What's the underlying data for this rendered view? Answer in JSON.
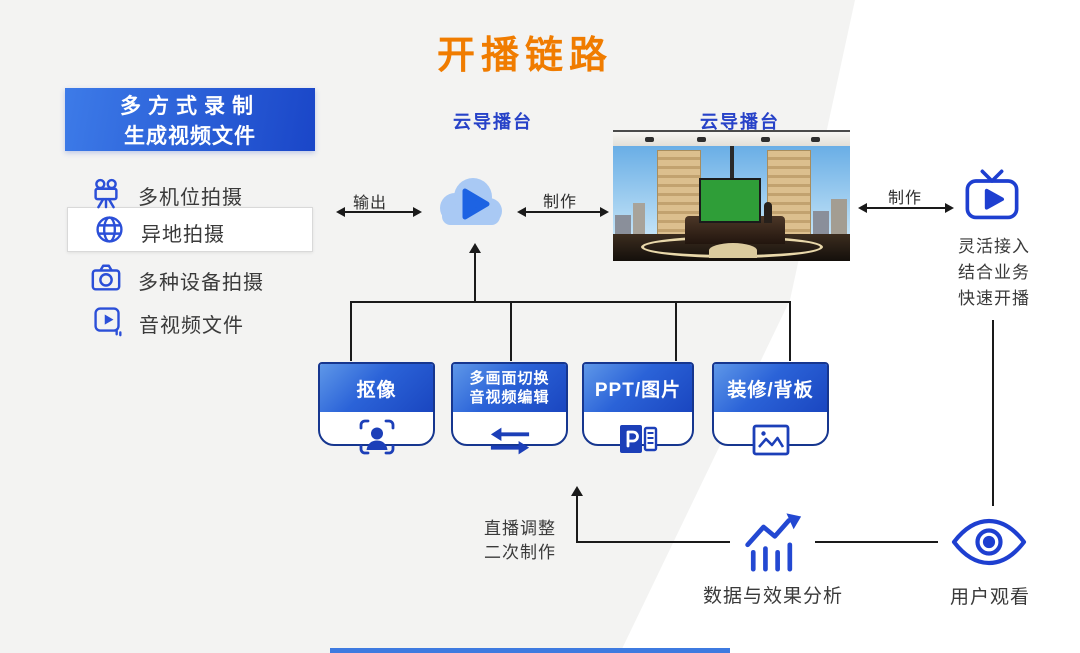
{
  "title": "开播链路",
  "left_panel": {
    "header_line1": "多方式录制",
    "header_line2": "生成视频文件",
    "items": [
      {
        "label": "多机位拍摄",
        "icon": "film-camera-icon",
        "highlighted": false
      },
      {
        "label": "异地拍摄",
        "icon": "globe-icon",
        "highlighted": true
      },
      {
        "label": "多种设备拍摄",
        "icon": "camera-icon",
        "highlighted": false
      },
      {
        "label": "音视频文件",
        "icon": "video-file-icon",
        "highlighted": false
      }
    ]
  },
  "cloud": {
    "label": "云导播台",
    "icon": "cloud-play-icon"
  },
  "studio": {
    "label": "云导播台"
  },
  "arrows": {
    "output": "输出",
    "produce_left": "制作",
    "produce_right": "制作"
  },
  "right_panel": {
    "icon": "tv-play-icon",
    "lines": [
      "灵活接入",
      "结合业务",
      "快速开播"
    ]
  },
  "feature_boxes": [
    {
      "title_lines": [
        "抠像"
      ],
      "icon": "person-keying-icon"
    },
    {
      "title_lines": [
        "多画面切换",
        "音视频编辑"
      ],
      "icon": "swap-arrows-icon"
    },
    {
      "title_lines": [
        "PPT/图片"
      ],
      "icon": "ppt-doc-icon"
    },
    {
      "title_lines": [
        "装修/背板"
      ],
      "icon": "image-icon"
    }
  ],
  "bottom": {
    "adjust_line1": "直播调整",
    "adjust_line2": "二次制作",
    "analysis_label": "数据与效果分析",
    "analysis_icon": "bar-chart-growth-icon",
    "viewer_label": "用户观看",
    "viewer_icon": "eye-icon"
  },
  "colors": {
    "title_orange": "#F07C00",
    "label_blue": "#2742C8",
    "icon_blue": "#2B4FD8",
    "box_border_navy": "#16368F",
    "header_gradient_start": "#3D7BE8",
    "header_gradient_end": "#1A46C8",
    "line_black": "#1A1A1A",
    "background": "#F3F3F2"
  }
}
